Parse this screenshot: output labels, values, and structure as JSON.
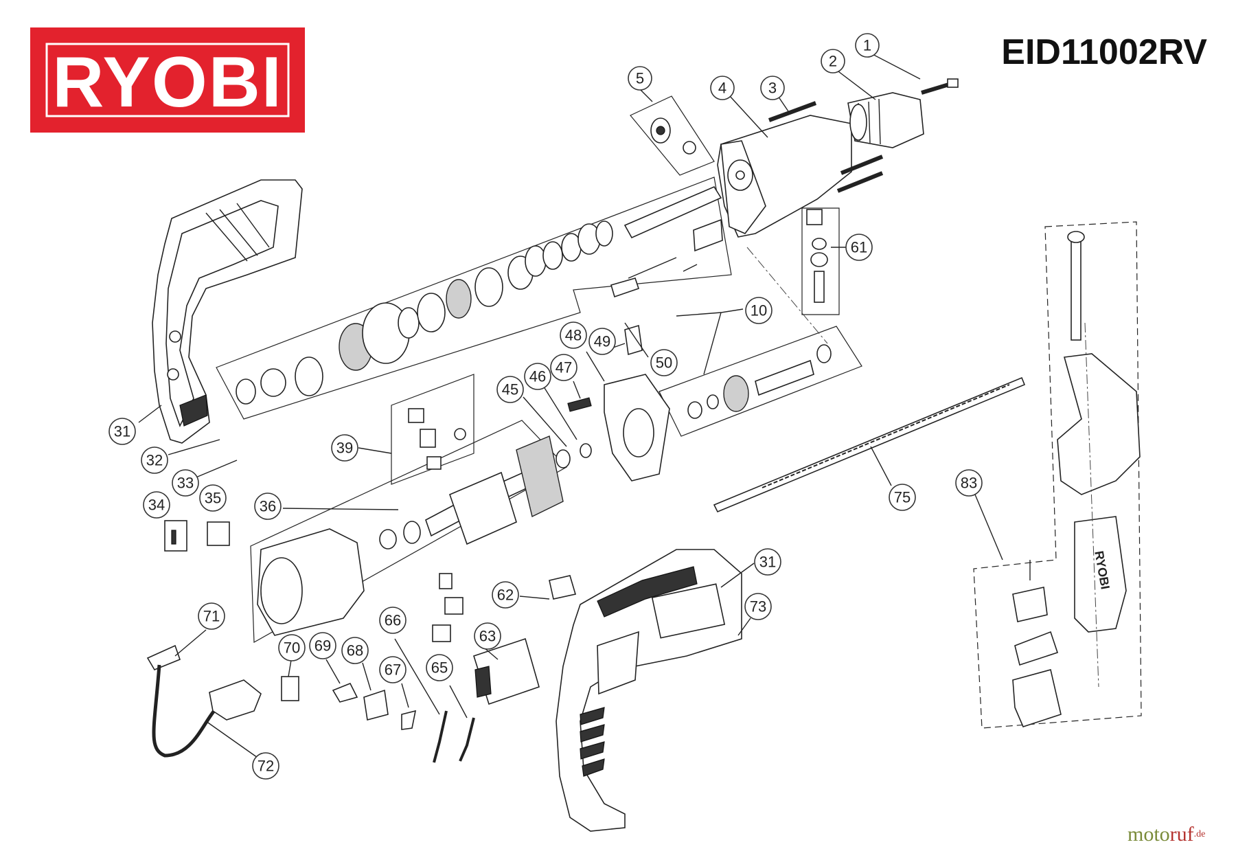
{
  "brand": {
    "logo_text": "RYOBI",
    "logo_color": "#e3222d"
  },
  "model": "EID11002RV",
  "watermark": {
    "part1": "moto",
    "part2": "ruf",
    "suffix": ".de",
    "color1": "#7a8b3a",
    "color2": "#b5332f"
  },
  "callouts": [
    "1",
    "2",
    "3",
    "4",
    "5",
    "10",
    "31",
    "31",
    "32",
    "33",
    "34",
    "35",
    "36",
    "39",
    "45",
    "46",
    "47",
    "48",
    "49",
    "50",
    "61",
    "62",
    "63",
    "65",
    "66",
    "67",
    "68",
    "69",
    "70",
    "71",
    "72",
    "73",
    "75",
    "83"
  ]
}
